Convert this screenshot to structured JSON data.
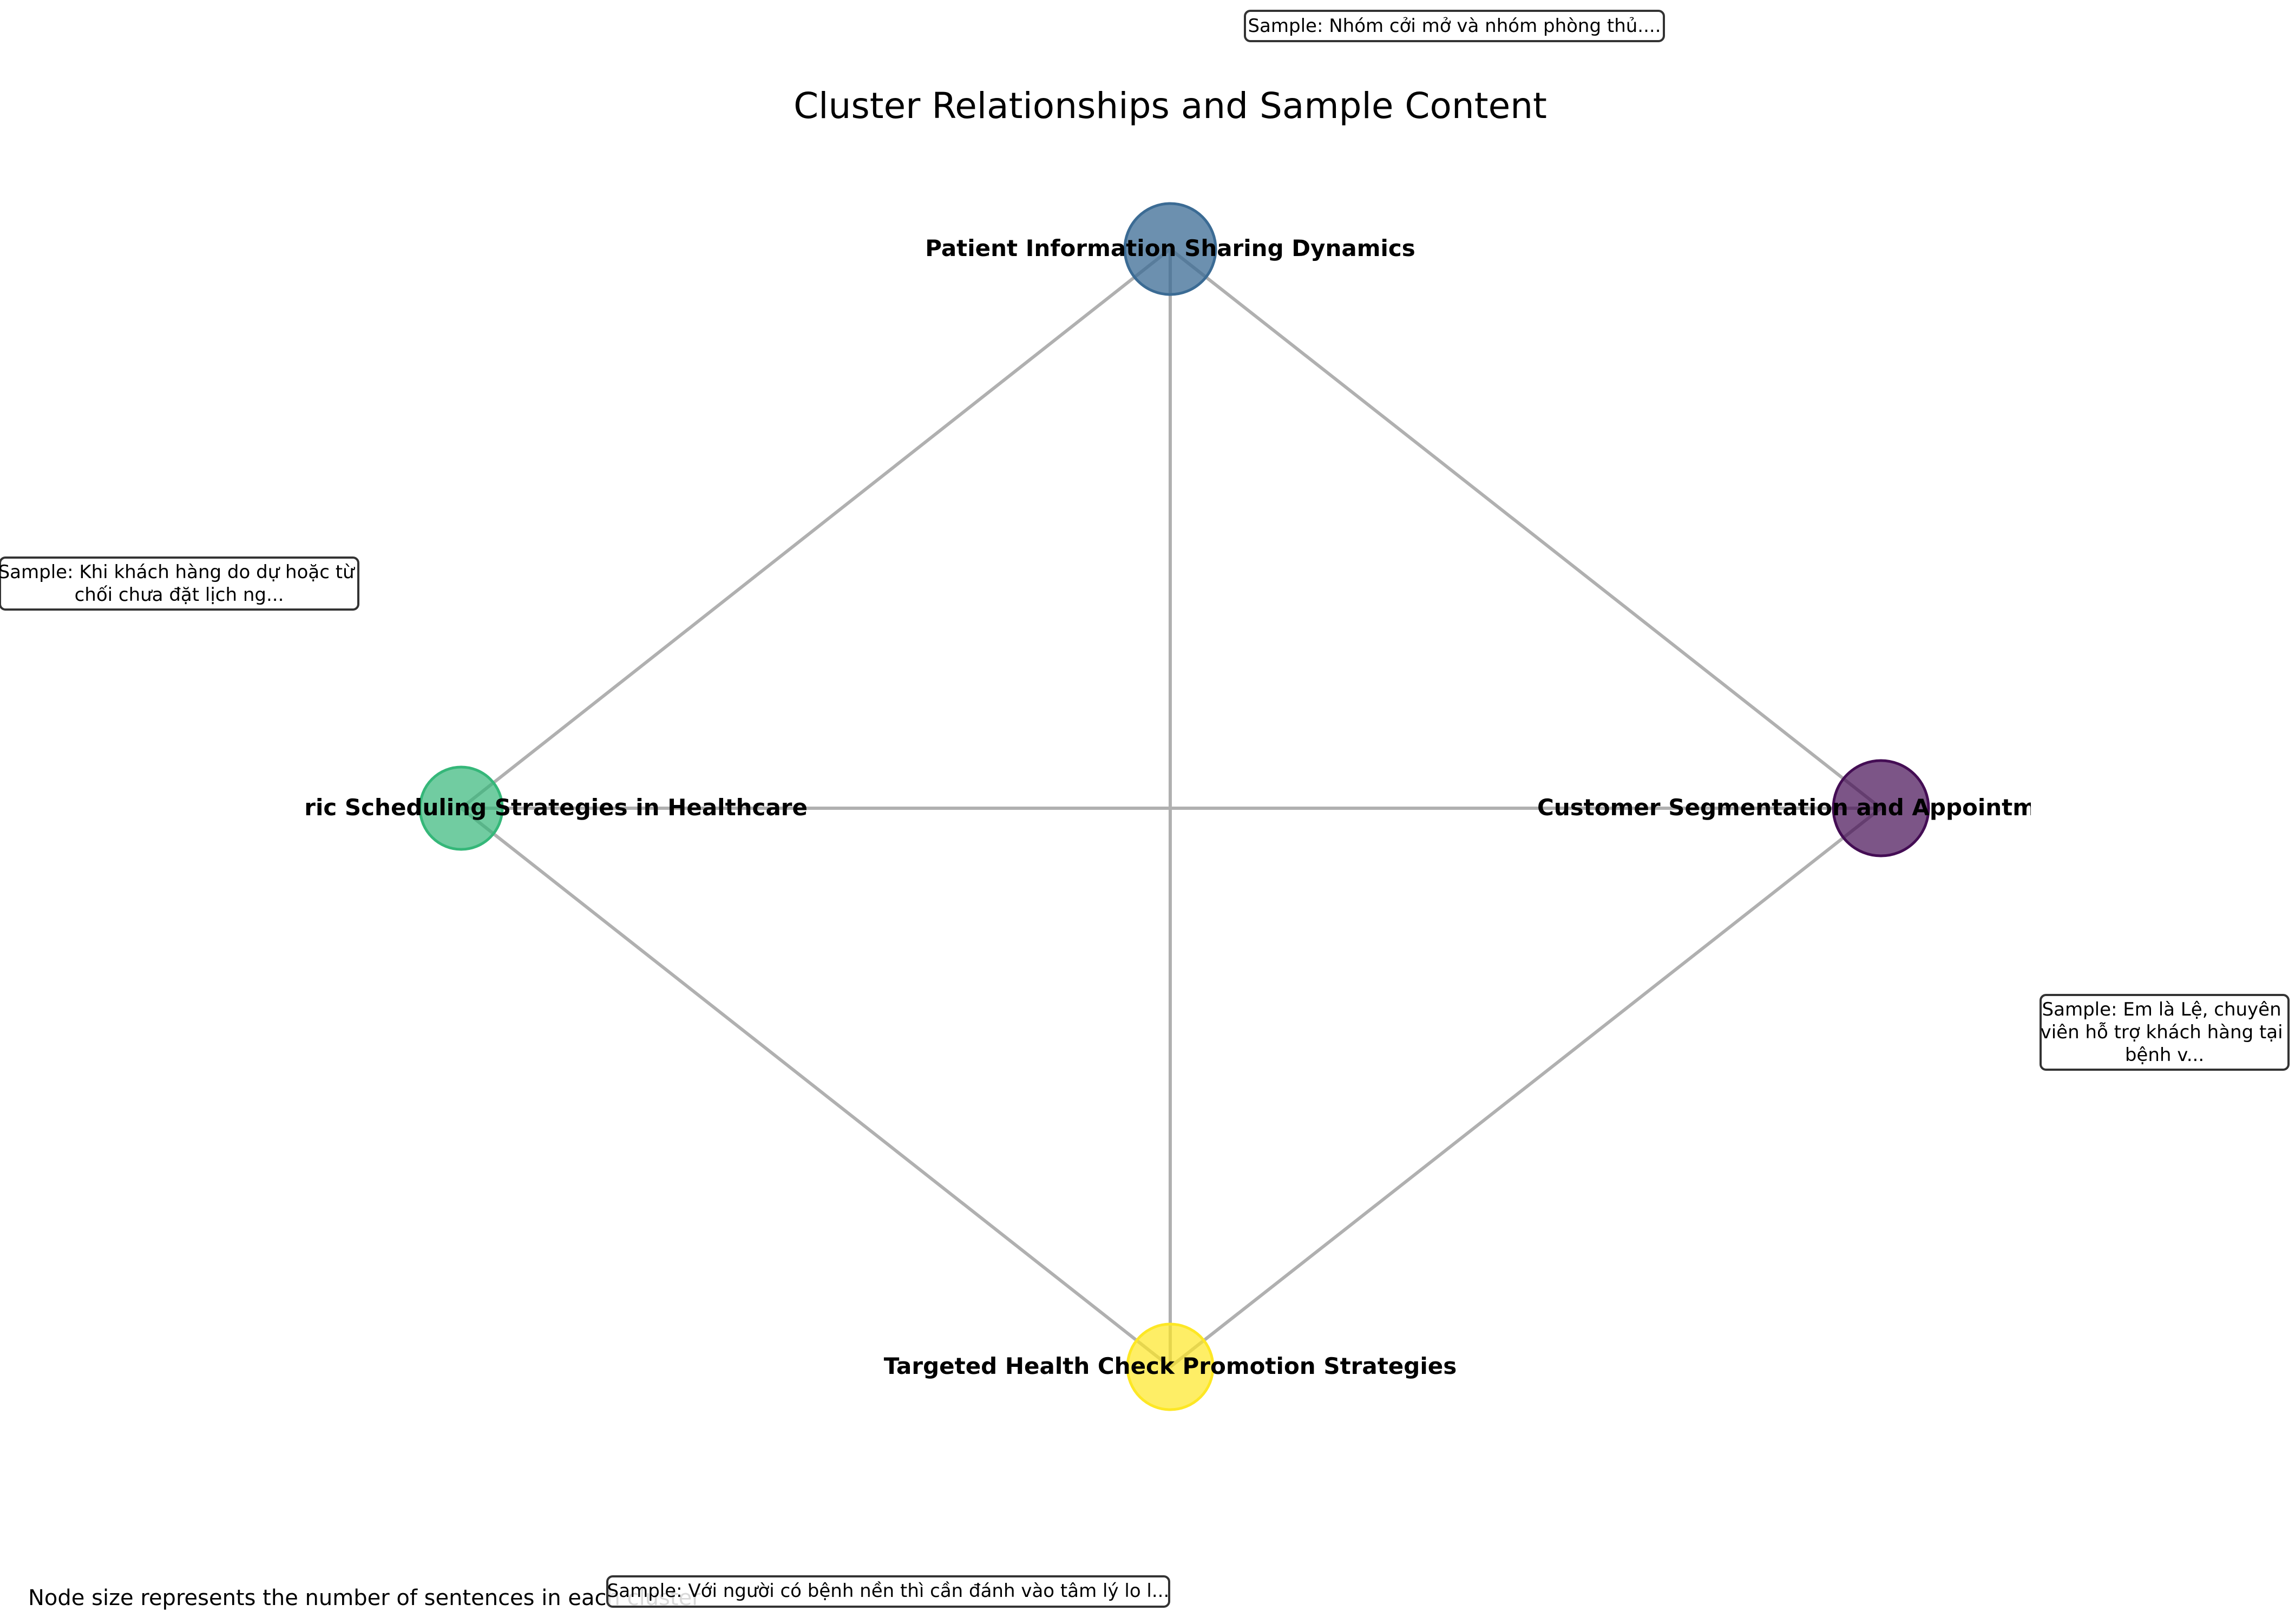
{
  "title": "Cluster Relationships and Sample Content",
  "footnote": "Node size represents the number of sentences in each cluster",
  "nodes": [
    {
      "label": "Patient Information Sharing Dynamics",
      "color": "#3b6b94"
    },
    {
      "label": "Customer Segmentation and Appointm",
      "color": "#440d54"
    },
    {
      "label": "ric Scheduling Strategies in Healthcare",
      "color": "#35b779"
    },
    {
      "label": "Targeted Health Check Promotion Strategies",
      "color": "#fde725"
    }
  ],
  "samples": [
    {
      "lines": [
        "Sample: Nhóm cởi mở và nhóm phòng thủ...."
      ]
    },
    {
      "lines": [
        "Sample: Khi khách hàng do dự hoặc từ",
        "chối chưa đặt lịch ng..."
      ]
    },
    {
      "lines": [
        "Sample: Em là Lệ, chuyên",
        "viên hỗ trợ khách hàng tại",
        "bệnh v..."
      ]
    },
    {
      "lines": [
        "Sample: Với người có bệnh nền thì cần đánh vào tâm lý lo l..."
      ]
    }
  ]
}
